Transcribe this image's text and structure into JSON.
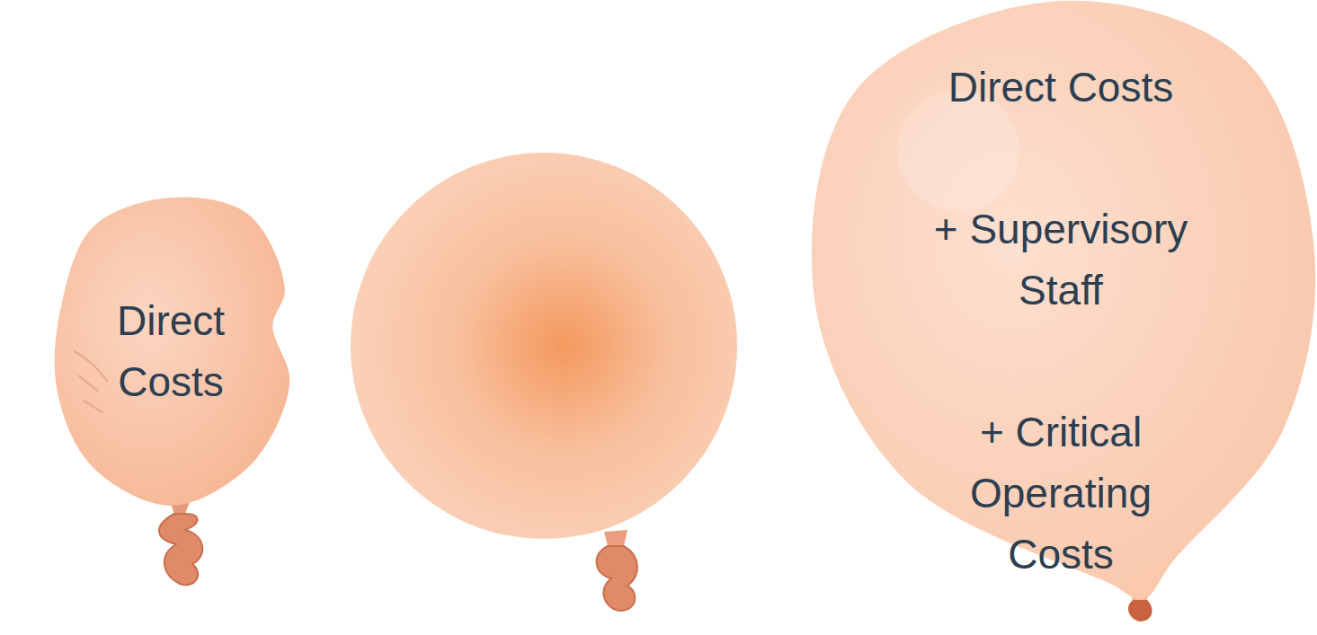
{
  "diagram": {
    "nodes": [
      {
        "text": [
          "Direct Costs"
        ]
      },
      {
        "text": [
          "Direct Costs",
          "+ Supervisory Staff",
          "+ Critical Operating Costs"
        ]
      }
    ]
  }
}
